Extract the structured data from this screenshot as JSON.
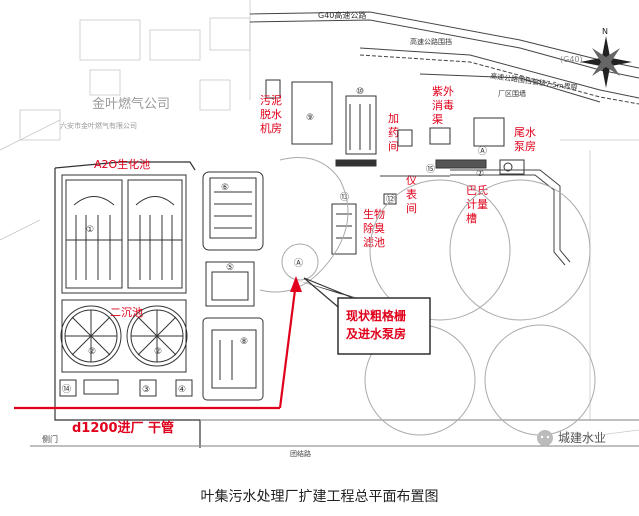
{
  "caption": "叶集污水处理厂扩建工程总平面布置图",
  "watermark": "城建水业",
  "road_labels": {
    "highway": "G40高速公路",
    "highway_guard": "高速公路围挡",
    "highway_fence_offset": "高速公路围挡偏移7.5m界限",
    "g40_right": "(G40)",
    "plant_fence": "厂区围墙",
    "company_name": "金叶燃气公司",
    "company_sub": "六安市金叶燃气有限公司",
    "bottom_road": "团结路",
    "side_gate": "侧门"
  },
  "facilities": {
    "a2o": "A2O生化池",
    "secondary_clarifier": "二沉池",
    "sludge_dewatering": "污泥\n脱水\n机房",
    "dosing": "加\n药\n间",
    "uv": "紫外\n消毒\n渠",
    "instrument": "仪\n表\n间",
    "biological_deodor": "生物\n除臭\n滤池",
    "parshall": "巴氏\n计量\n槽",
    "tail_pump": "尾水\n泵房",
    "existing_screen": "现状粗格栅\n及进水泵房",
    "inlet_main": "d1200进厂  干管"
  },
  "numbers": [
    "⑨",
    "⑩",
    "⑥",
    "⑤",
    "⑧",
    "①",
    "②",
    "③",
    "④",
    "⑪",
    "⑫",
    "⑬",
    "⑭",
    "⑮",
    "⑦",
    "Ⓐ"
  ],
  "colors": {
    "red_text": "#e0001b",
    "line": "#333333",
    "faint": "#bfbfbf",
    "background": "#ffffff"
  },
  "icons": {
    "north_arrow": "north-arrow-icon",
    "watermark_logo": "wechat-icon"
  }
}
